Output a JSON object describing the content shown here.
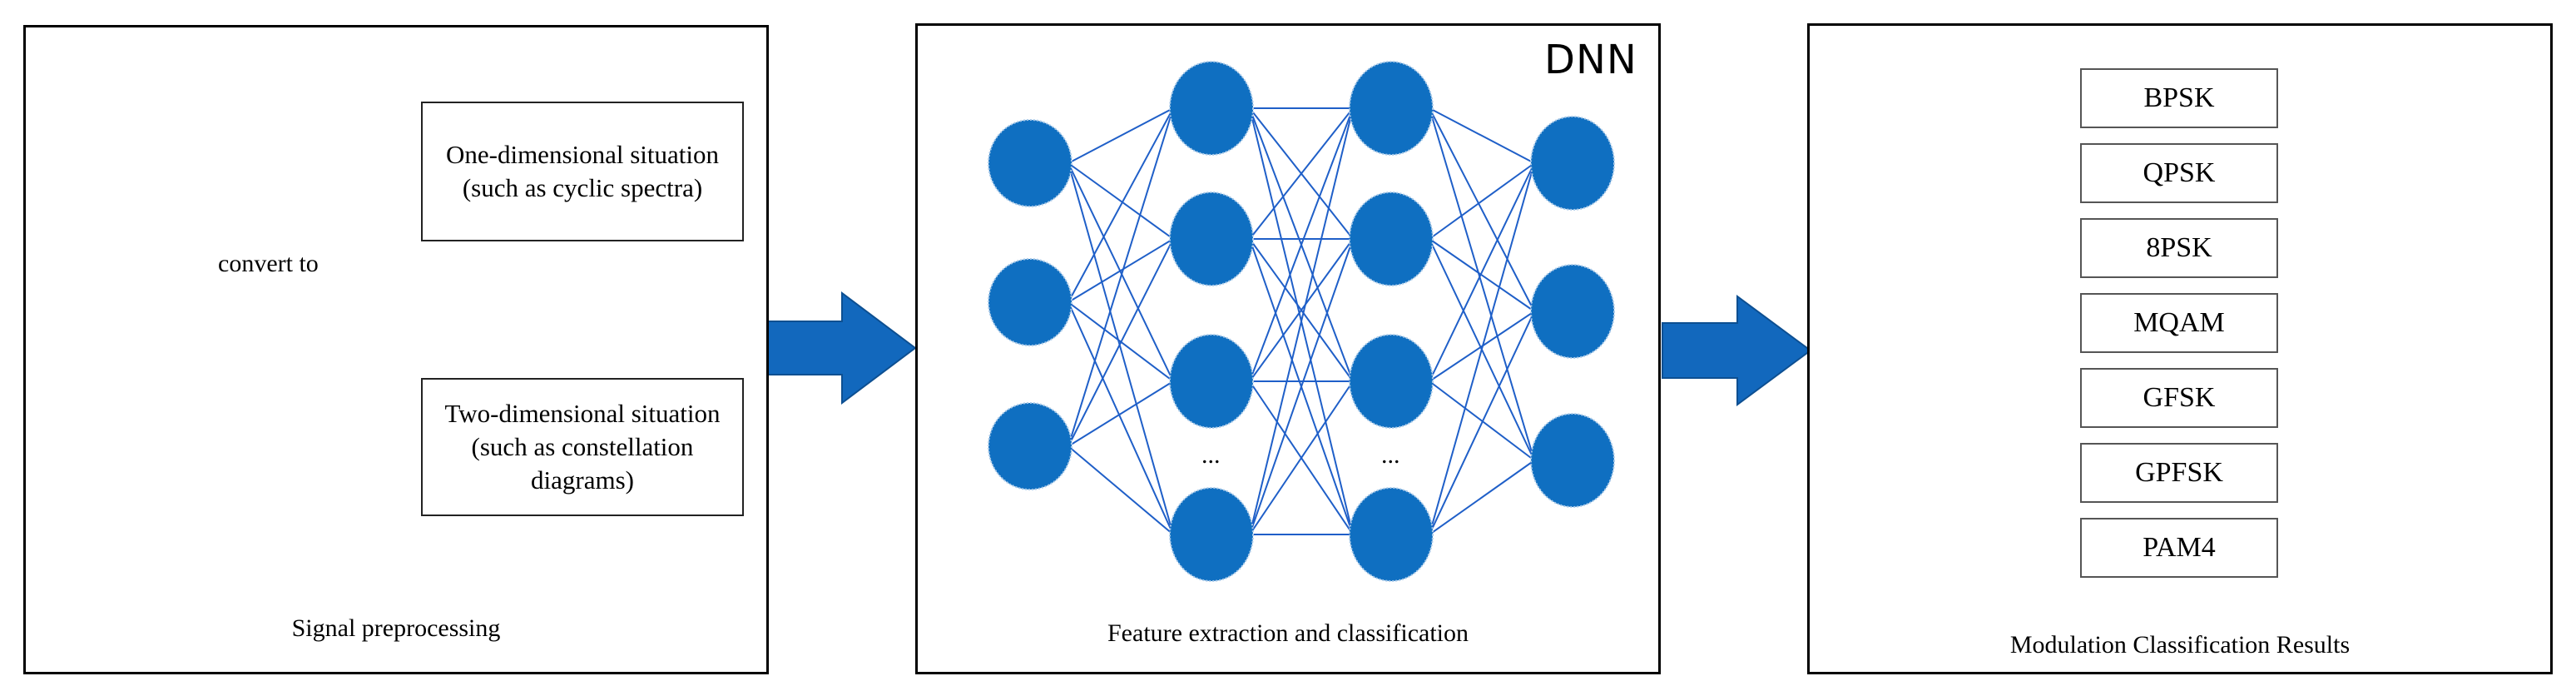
{
  "panels": {
    "preprocessing": {
      "caption": "Signal preprocessing",
      "convert_label": "convert to",
      "one_dim": "One-dimensional situation (such as cyclic spectra)",
      "two_dim": "Two-dimensional situation (such as constellation diagrams)"
    },
    "dnn": {
      "title": "DNN",
      "caption": "Feature extraction and classification",
      "ellipsis": "..."
    },
    "results": {
      "caption": "Modulation Classification Results",
      "classes": [
        "BPSK",
        "QPSK",
        "8PSK",
        "MQAM",
        "GFSK",
        "GPFSK",
        "PAM4"
      ]
    }
  },
  "colors": {
    "node_fill": "#0f6fc1",
    "edge_stroke": "#1f5fc8",
    "arrow_fill": "#1268bd",
    "arrow_stroke": "#0d4f91"
  }
}
